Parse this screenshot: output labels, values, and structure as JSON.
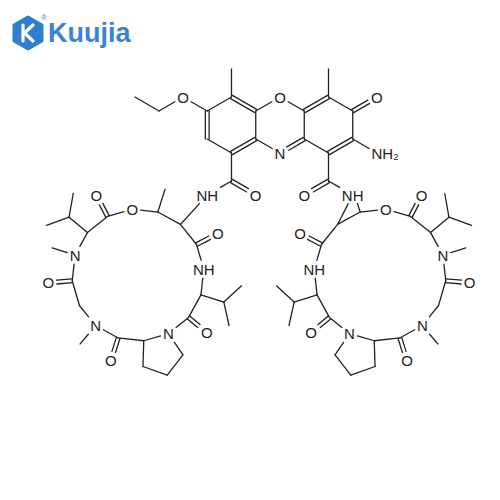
{
  "diagram": {
    "labels": [
      "®",
      "Kuujia",
      "O",
      "O",
      "O",
      "N",
      "NH₂",
      "O",
      "NH",
      "O",
      "O",
      "NH",
      "O",
      "O",
      "O",
      "O",
      "O",
      "N",
      "N",
      "NH",
      "NH",
      "O",
      "O",
      "N",
      "N",
      "N",
      "O",
      "O",
      "N",
      "O",
      "O"
    ]
  }
}
